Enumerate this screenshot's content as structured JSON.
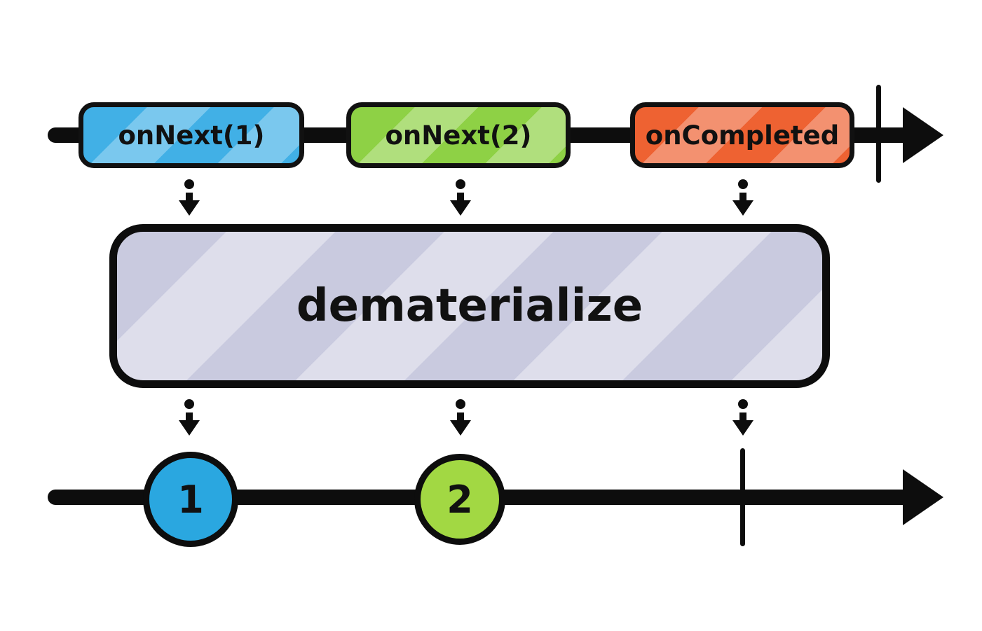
{
  "diagram": {
    "operator": {
      "label": "dematerialize",
      "fill": "#c9cadf"
    },
    "source_timeline": {
      "events": [
        {
          "label": "onNext(1)",
          "type": "next",
          "color": "#41b0e6"
        },
        {
          "label": "onNext(2)",
          "type": "next",
          "color": "#8ed145"
        },
        {
          "label": "onCompleted",
          "type": "completed",
          "color": "#ee6232"
        }
      ],
      "completion_tick": "true"
    },
    "output_timeline": {
      "marbles": [
        {
          "label": "1",
          "color": "#2aa7e0"
        },
        {
          "label": "2",
          "color": "#a2d843"
        }
      ],
      "completion_tick": "true"
    },
    "colors": {
      "line": "#0d0d0d",
      "background": "#ffffff"
    }
  }
}
